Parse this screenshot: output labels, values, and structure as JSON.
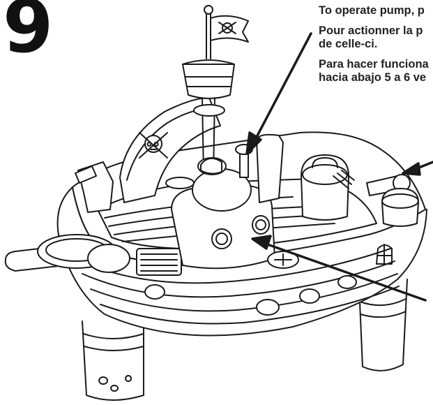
{
  "page": {
    "step_number": "9"
  },
  "instructions": {
    "english": {
      "line1": "To operate pump, p"
    },
    "french": {
      "line1": "Pour actionner la p",
      "line2": "de celle-ci."
    },
    "spanish": {
      "line1": "Para hacer funciona",
      "line2": "hacia abajo 5 a 6 ve"
    }
  },
  "colors": {
    "ink": "#1a1a1a",
    "paper": "#ffffff"
  }
}
